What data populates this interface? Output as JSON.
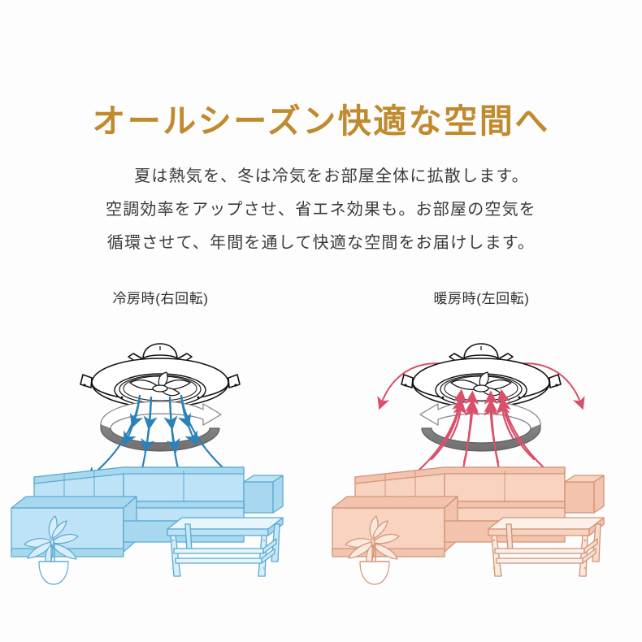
{
  "headline": "オールシーズン快適な空間へ",
  "body": {
    "lines": [
      "夏は熱気を、冬は冷気をお部屋全体に拡散します。",
      "空調効率をアップさせ、省エネ効果も。お部屋の空気を",
      "循環させて、年間を通して快適な空間をお届けします。"
    ]
  },
  "panels": [
    {
      "id": "cooling",
      "label": "冷房時(右回転)",
      "mode": "cooling",
      "rotation": "clockwise",
      "airflow_direction": "downward",
      "icons": {
        "fan": "ceiling-fan-icon",
        "rotation_ring": "rotation-ring-clockwise-icon",
        "sofa": "sectional-sofa-icon",
        "plant": "potted-plant-icon",
        "table": "coffee-table-icon",
        "airflow": "downward-airflow-arrows-icon"
      },
      "colors": {
        "furniture_fill": "#bfe3f6",
        "furniture_fill_dark": "#a8d8f0",
        "furniture_stroke": "#5aa9cf",
        "arrow": "#2b82b9",
        "ring": "#808080"
      }
    },
    {
      "id": "heating",
      "label": "暖房時(左回転)",
      "mode": "heating",
      "rotation": "counter-clockwise",
      "airflow_direction": "upward",
      "icons": {
        "fan": "ceiling-fan-icon",
        "rotation_ring": "rotation-ring-counterclockwise-icon",
        "sofa": "sectional-sofa-icon",
        "plant": "potted-plant-icon",
        "table": "coffee-table-icon",
        "airflow": "upward-airflow-arrows-icon",
        "spread": "ceiling-spread-arrows-icon"
      },
      "colors": {
        "furniture_fill": "#f8d3c0",
        "furniture_fill_dark": "#f3c3ad",
        "furniture_stroke": "#cf9477",
        "arrow": "#d9506a",
        "ring": "#808080"
      }
    }
  ],
  "theme": {
    "background": "#fdfdfd",
    "headline_color": "#c08a2e",
    "body_text_color": "#3b3b3b",
    "label_color": "#2e2e2e",
    "fan_outline": "#111111"
  }
}
